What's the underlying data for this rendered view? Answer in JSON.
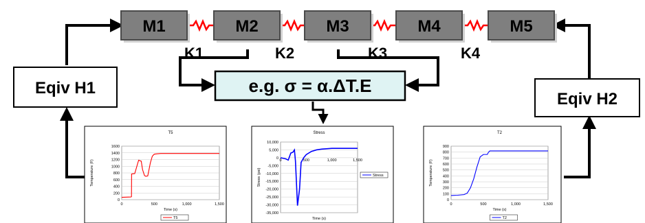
{
  "masses": [
    "M1",
    "M2",
    "M3",
    "M4",
    "M5"
  ],
  "springs": [
    "K1",
    "K2",
    "K3",
    "K4"
  ],
  "equiv_left": "Eqiv H1",
  "equiv_right": "Eqiv H2",
  "formula": "e.g. σ = α.ΔT.E",
  "colors": {
    "mass_fill": "#7f7f7f",
    "mass_border": "#4a4a4a",
    "spring": "#ff0000",
    "formula_fill": "#dff3f3",
    "series_red": "#ff0000",
    "series_blue": "#0000ff",
    "plot_bg": "#ffffff",
    "grid": "#c8c8c8"
  },
  "chart_data": [
    {
      "type": "line",
      "title": "T5",
      "xlabel": "Time (s)",
      "ylabel": "Temperature (F)",
      "xlim": [
        0,
        1500
      ],
      "ylim": [
        0,
        1600
      ],
      "xticks": [
        "0",
        "500",
        "1,000",
        "1,500"
      ],
      "yticks": [
        "0",
        "200",
        "400",
        "600",
        "800",
        "1000",
        "1200",
        "1400",
        "1600"
      ],
      "legend": "bottom",
      "series": [
        {
          "name": "T5",
          "color": "#ff0000",
          "x": [
            0,
            140,
            150,
            152,
            200,
            260,
            300,
            320,
            350,
            370,
            400,
            440,
            470,
            500,
            540,
            600,
            1500
          ],
          "y": [
            70,
            80,
            90,
            770,
            780,
            1180,
            1150,
            900,
            720,
            700,
            710,
            1100,
            1300,
            1360,
            1370,
            1380,
            1380
          ]
        }
      ]
    },
    {
      "type": "line",
      "title": "Stress",
      "xlabel": "Time (s)",
      "ylabel": "Stress (psi)",
      "xlim": [
        0,
        1500
      ],
      "ylim": [
        -35000,
        10000
      ],
      "xticks": [
        "0",
        "500",
        "1,000",
        "1,500"
      ],
      "yticks": [
        "10,000",
        "5,000",
        "0",
        "-5,000",
        "-10,000",
        "-15,000",
        "-20,000",
        "-25,000",
        "-30,000",
        "-35,000"
      ],
      "legend": "right",
      "series": [
        {
          "name": "Stress",
          "color": "#0000ff",
          "x": [
            0,
            100,
            150,
            200,
            240,
            270,
            290,
            330,
            370,
            400,
            450,
            500,
            600,
            700,
            800,
            1000,
            1200,
            1500
          ],
          "y": [
            0,
            -700,
            -1500,
            3000,
            3500,
            5000,
            -2000,
            -30500,
            -20000,
            -3000,
            0,
            2000,
            4000,
            5000,
            5500,
            6000,
            6000,
            6000
          ]
        }
      ]
    },
    {
      "type": "line",
      "title": "T2",
      "xlabel": "Time (s)",
      "ylabel": "Temperature (F)",
      "xlim": [
        0,
        1500
      ],
      "ylim": [
        0,
        900
      ],
      "xticks": [
        "0",
        "500",
        "1,000",
        "1,500"
      ],
      "yticks": [
        "0",
        "100",
        "200",
        "300",
        "400",
        "500",
        "600",
        "700",
        "800",
        "900"
      ],
      "legend": "bottom",
      "series": [
        {
          "name": "T2",
          "color": "#0000ff",
          "x": [
            0,
            100,
            200,
            250,
            300,
            350,
            400,
            450,
            500,
            560,
            580,
            600,
            1000,
            1500
          ],
          "y": [
            70,
            75,
            85,
            110,
            200,
            350,
            550,
            720,
            760,
            760,
            800,
            820,
            820,
            820
          ]
        }
      ]
    }
  ]
}
